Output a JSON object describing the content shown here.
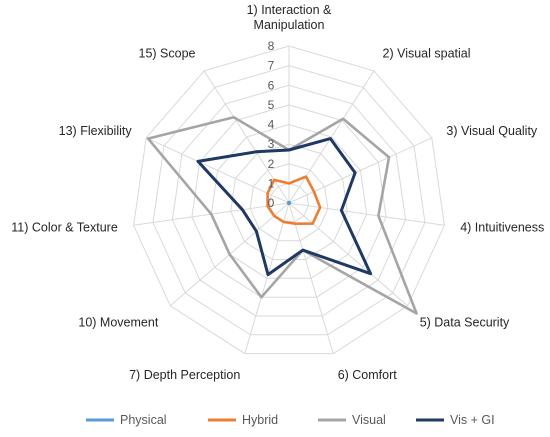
{
  "chart_data": {
    "type": "radar",
    "title": "",
    "axes": [
      "1) Interaction & Manipulation",
      "2)  Visual spatial",
      "3) Visual Quality",
      "4) Intuitiveness",
      "5)  Data Security",
      "6)  Comfort",
      "7)  Depth Perception",
      "10) Movement",
      "11)  Color & Texture",
      "13)  Flexibility",
      "15)  Scope"
    ],
    "axis_label_lines": [
      [
        "1) Interaction &",
        "Manipulation"
      ],
      [
        "2)  Visual spatial"
      ],
      [
        "3) Visual Quality"
      ],
      [
        "4) Intuitiveness"
      ],
      [
        "5)  Data Security"
      ],
      [
        "6)  Comfort"
      ],
      [
        "7)  Depth Perception"
      ],
      [
        "10) Movement"
      ],
      [
        "11)  Color & Texture"
      ],
      [
        "13)  Flexibility"
      ],
      [
        "15)  Scope"
      ]
    ],
    "rlim": [
      0,
      8
    ],
    "ticks": [
      "0",
      "1",
      "2",
      "3",
      "4",
      "5",
      "6",
      "7",
      "8"
    ],
    "grid": true,
    "legend_position": "bottom",
    "series": [
      {
        "name": "Physical",
        "color": "#5b9bd5",
        "values": [
          0,
          0,
          0,
          0,
          0,
          0,
          0,
          0,
          0,
          0,
          0
        ]
      },
      {
        "name": "Hybrid",
        "color": "#ed7d31",
        "values": [
          1,
          1.6,
          1.4,
          1.6,
          1.6,
          1.1,
          1,
          1,
          1.1,
          1.2,
          1.4
        ]
      },
      {
        "name": "Visual",
        "color": "#a5a5a5",
        "values": [
          2.7,
          5.1,
          5.6,
          4.6,
          8.6,
          2.5,
          5,
          4,
          4,
          7.9,
          5.2
        ]
      },
      {
        "name": "Vis + GI",
        "color": "#1f3864",
        "values": [
          2.7,
          3.9,
          3.7,
          2.7,
          5.5,
          2.5,
          3.8,
          2.2,
          2.4,
          5.1,
          3.1
        ]
      }
    ]
  }
}
